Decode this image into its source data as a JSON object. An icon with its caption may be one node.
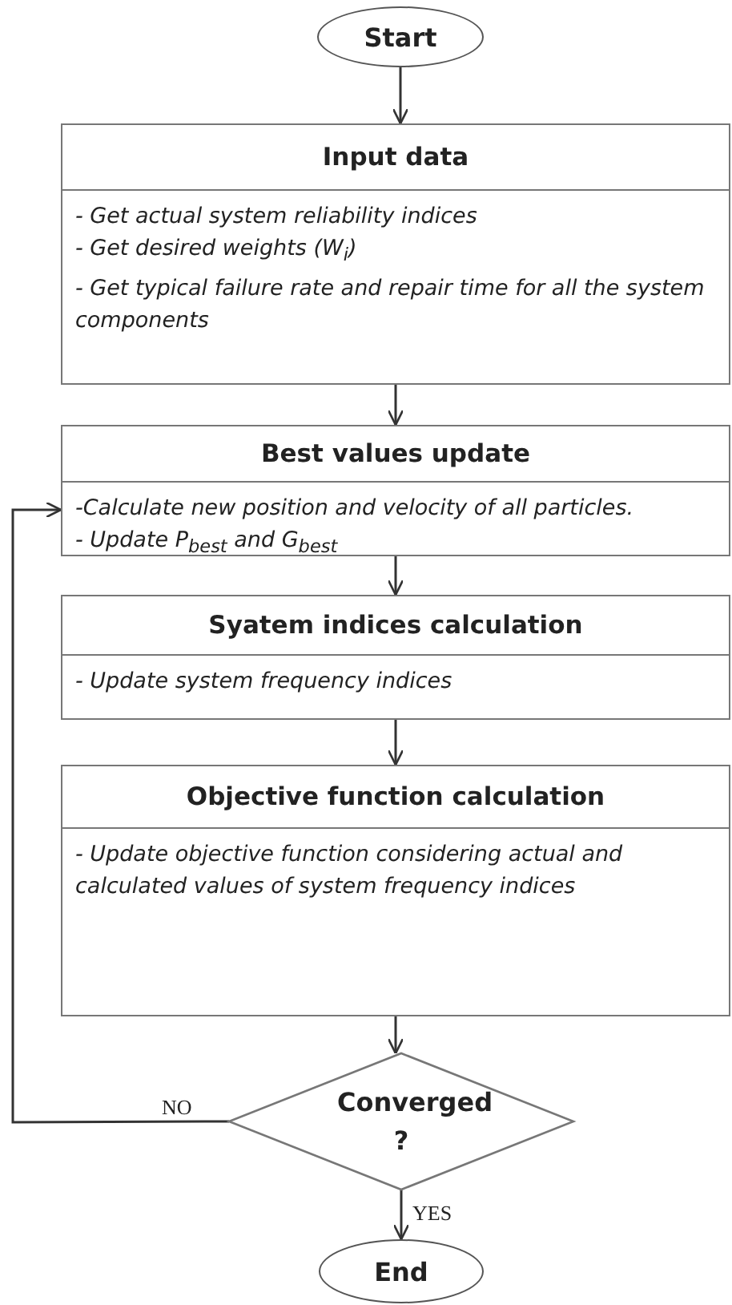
{
  "diagram": {
    "nodes": [
      {
        "text": [
          "Start"
        ]
      },
      {
        "text": [
          "Input data",
          "- Get actual system reliability indices",
          "- Get desired weights (W$_{i}$)",
          "- Get typical failure rate and repair time for all the system components"
        ]
      },
      {
        "text": [
          "Best values update",
          "-Calculate new position and velocity of all particles.",
          "- Update P$_{best}$ and G$_{best}$"
        ]
      },
      {
        "text": [
          "Syatem indices calculation",
          "- Update system frequency indices"
        ]
      },
      {
        "text": [
          "Objective function calculation",
          "- Update objective function considering actual and calculated values of system frequency indices"
        ]
      },
      {
        "text": [
          "Converged ?"
        ]
      },
      {
        "text": [
          "End"
        ]
      }
    ],
    "edges": [
      {
        "from": 0,
        "to": 1,
        "arrow": "to"
      },
      {
        "from": 1,
        "to": 2,
        "arrow": "to"
      },
      {
        "from": 2,
        "to": 3,
        "arrow": "to"
      },
      {
        "from": 3,
        "to": 4,
        "arrow": "to"
      },
      {
        "from": 4,
        "to": 5,
        "arrow": "to"
      },
      {
        "from": 5,
        "to": 6,
        "arrow": "to",
        "label": "YES"
      },
      {
        "from": 5,
        "to": 2,
        "arrow": "to",
        "label": "NO"
      }
    ]
  }
}
